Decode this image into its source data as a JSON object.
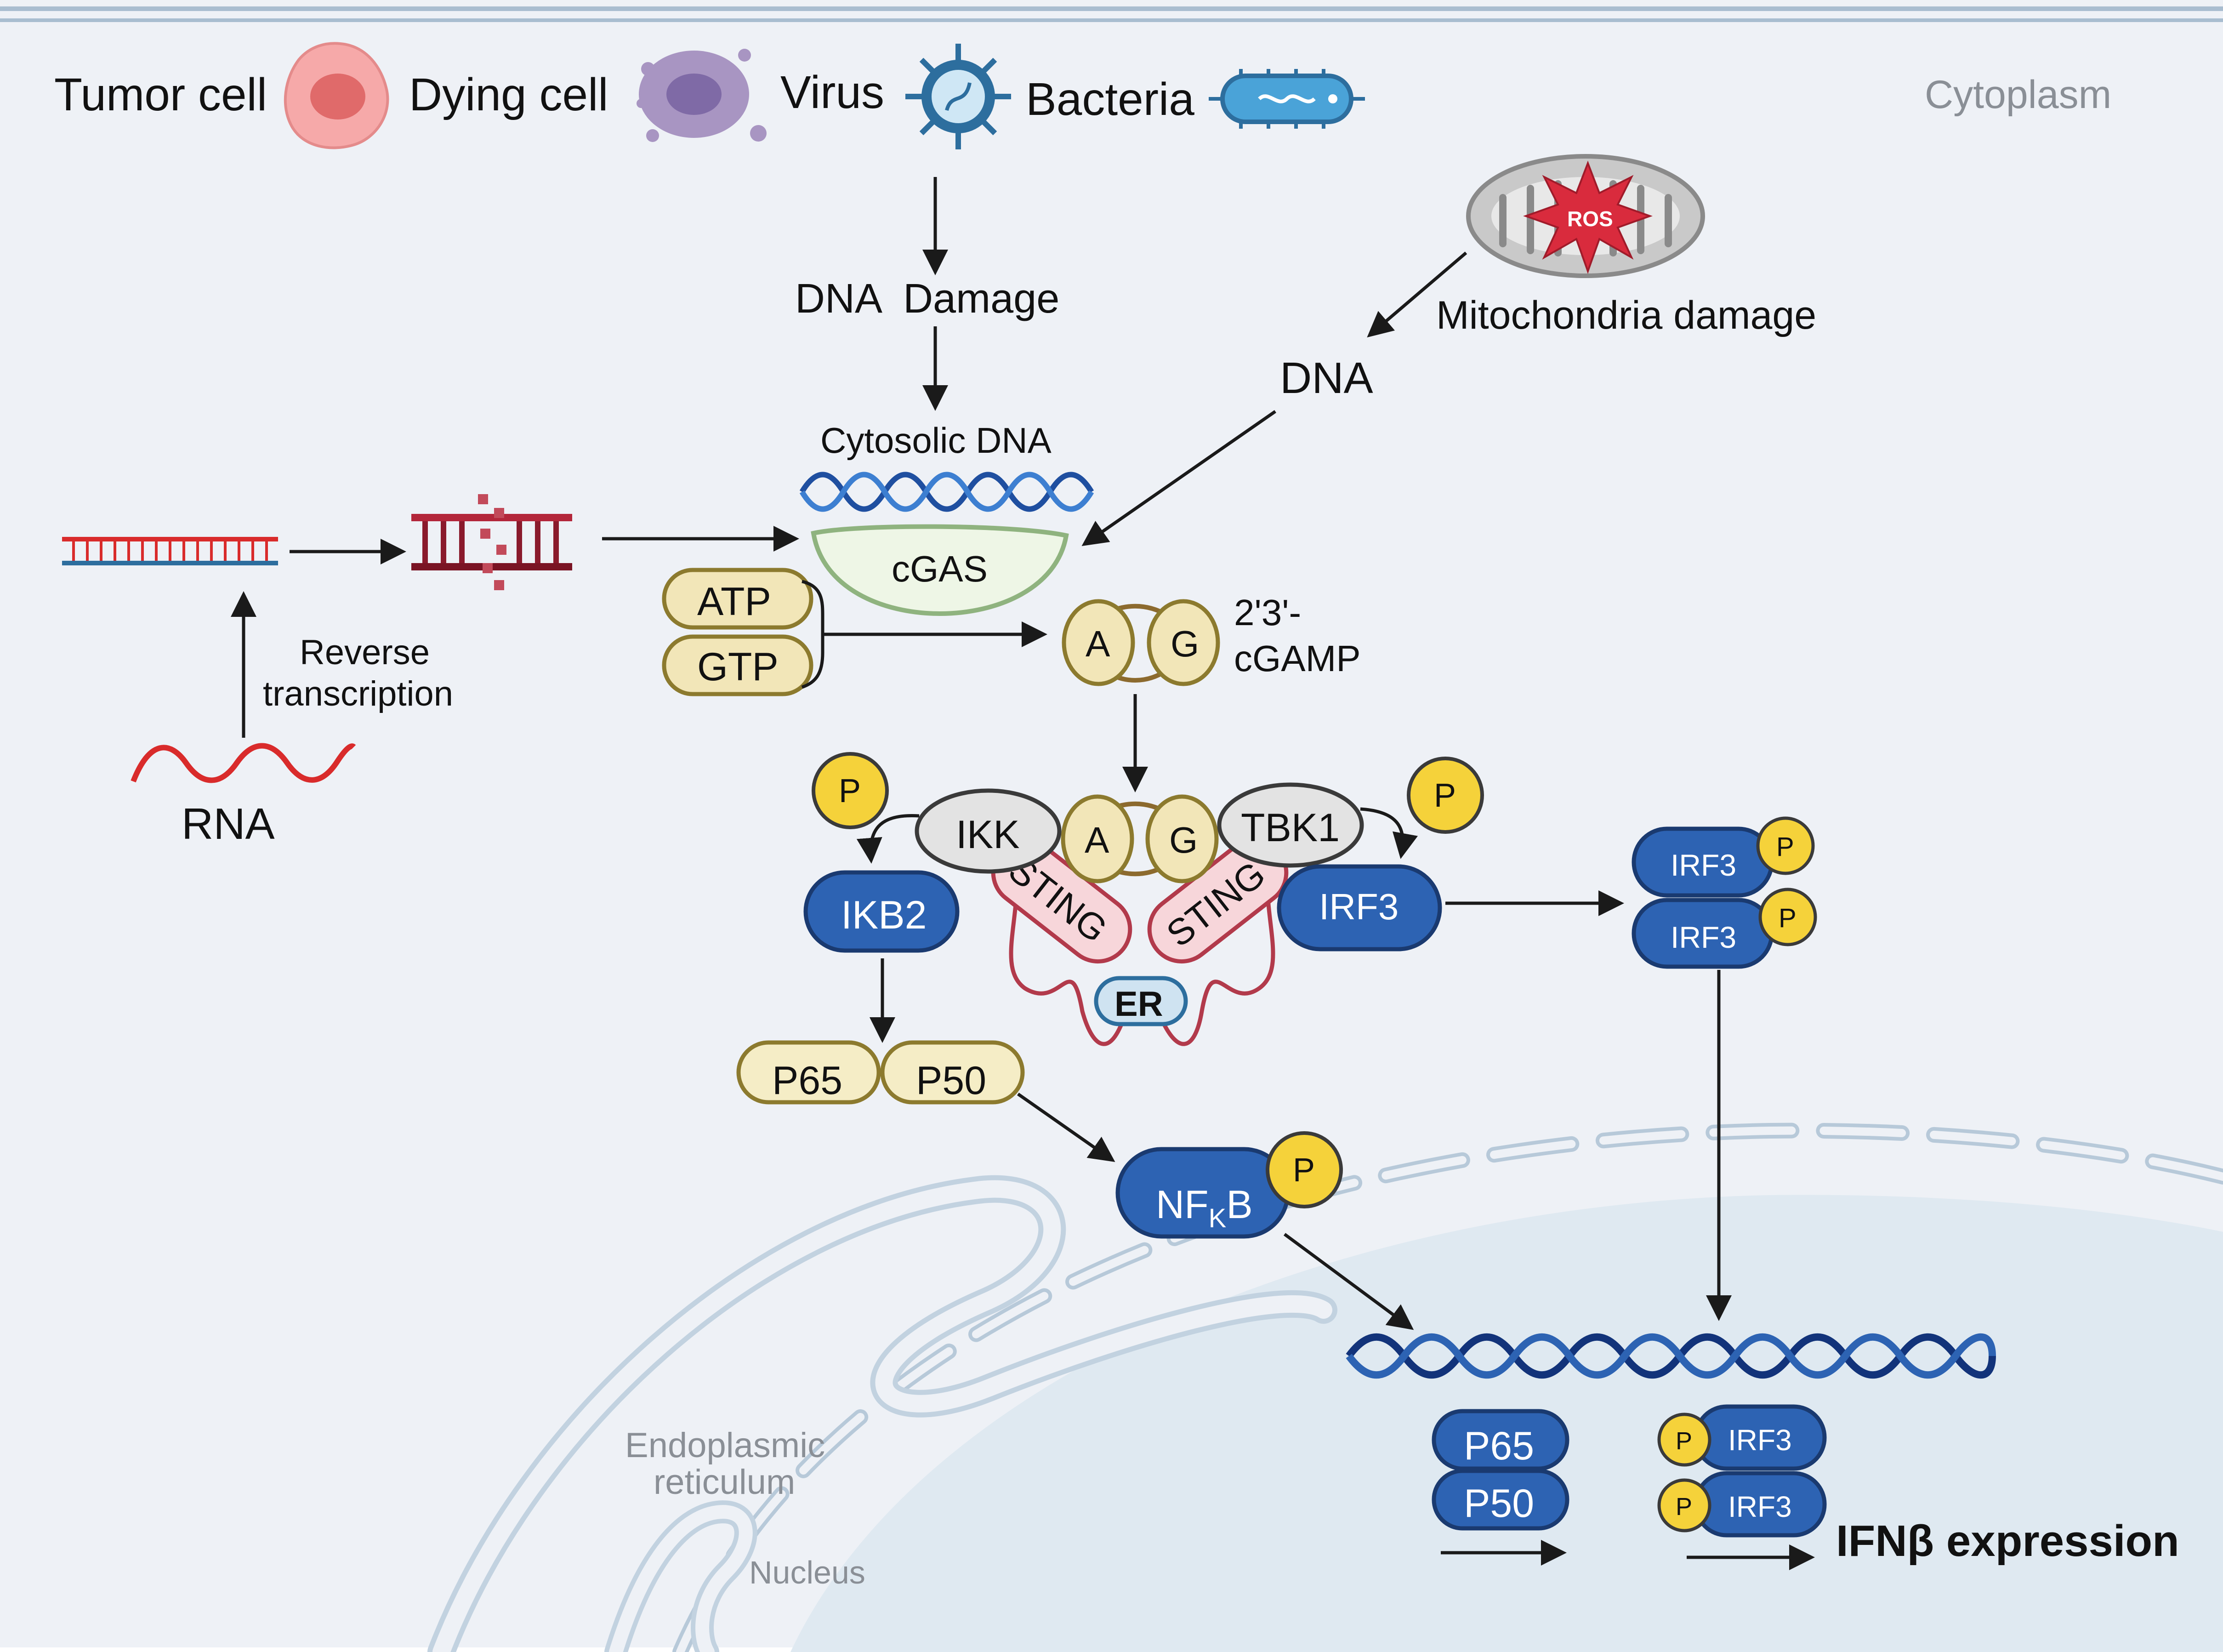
{
  "legend": {
    "tumor_cell": "Tumor cell",
    "dying_cell": "Dying cell",
    "virus": "Virus",
    "bacteria": "Bacteria"
  },
  "regions": {
    "cytoplasm": "Cytoplasm",
    "endoplasmic_reticulum_line1": "Endoplasmic",
    "endoplasmic_reticulum_line2": "reticulum",
    "nucleus": "Nucleus"
  },
  "labels": {
    "dna_damage": "DNA  Damage",
    "cytosolic_dna": "Cytosolic DNA",
    "mito_damage": "Mitochondria damage",
    "ros": "ROS",
    "dna": "DNA",
    "cgas": "cGAS",
    "atp": "ATP",
    "gtp": "GTP",
    "a": "A",
    "g": "G",
    "cgamp_line1": "2'3'-",
    "cgamp_line2": "cGAMP",
    "reverse_line1": "Reverse",
    "reverse_line2": "transcription",
    "rna": "RNA",
    "p": "P",
    "ikk": "IKK",
    "tbk1": "TBK1",
    "sting": "STING",
    "er": "ER",
    "ikb2": "IKB2",
    "irf3": "IRF3",
    "p65": "P65",
    "p50": "P50",
    "nfkb_main": "NF",
    "nfkb_sub": "K",
    "nfkb_end": "B",
    "ifnb_expression": "IFNβ expression"
  },
  "colors": {
    "background": "#eef1f6",
    "nucleus_fill": "#dfe9f1",
    "blue_protein": "#2d63b3",
    "yellow_p": "#f5d23a",
    "tan_protein": "#f2e6b8",
    "sting_fill": "#f7d6da",
    "sting_edge": "#b23a4b",
    "cgas_fill": "#eef6e6",
    "cgas_edge": "#8fb37f",
    "dna_blue": "#1f4fa0",
    "rna_red": "#d92b2b"
  },
  "icons": [
    "tumor-cell-icon",
    "dying-cell-icon",
    "virus-icon",
    "bacteria-icon",
    "mitochondria-icon",
    "dna-helix-icon",
    "rna-wave-icon"
  ]
}
